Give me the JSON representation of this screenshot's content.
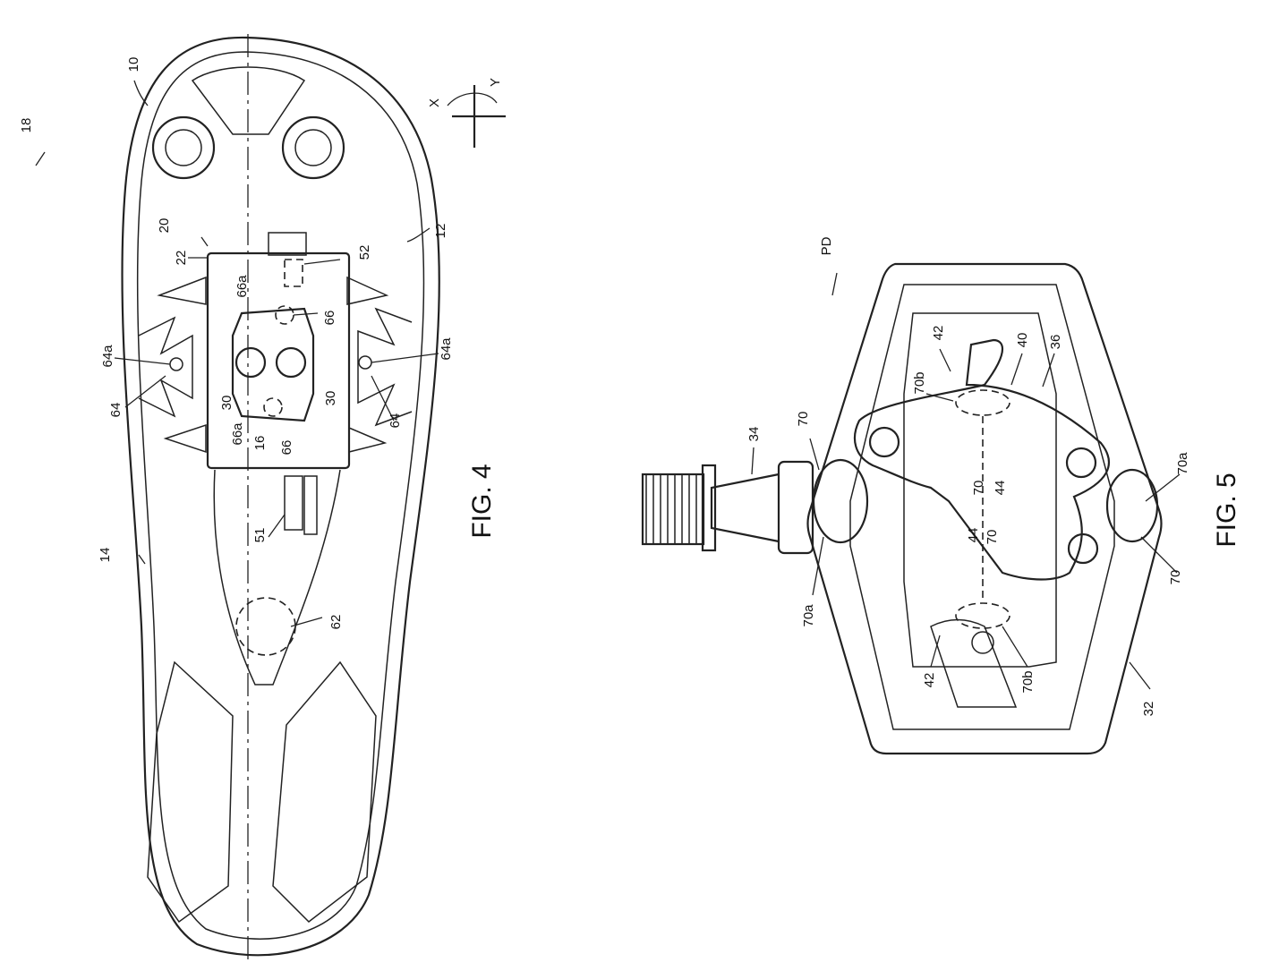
{
  "fig4": {
    "title": "FIG. 4",
    "labels": {
      "l18": "18",
      "l10": "10",
      "l12": "12",
      "l14": "14",
      "l20": "20",
      "l22": "22",
      "l52": "52",
      "l66a_top": "66a",
      "l66_top": "66",
      "l64a_left": "64a",
      "l64a_right": "64a",
      "l64_left": "64",
      "l64_right": "64",
      "l30_left": "30",
      "l30_right": "30",
      "l66a_bottom": "66a",
      "l16": "16",
      "l66_bottom": "66",
      "l51": "51",
      "l62": "62",
      "axis_x": "X",
      "axis_y": "Y"
    }
  },
  "fig5": {
    "title": "FIG. 5",
    "labels": {
      "lPD": "PD",
      "l42_top": "42",
      "l40": "40",
      "l36": "36",
      "l70b_top": "70b",
      "l70_center": "70",
      "l44_center": "44",
      "l34": "34",
      "l70_left": "70",
      "l70a_right": "70a",
      "l70a_left": "70a",
      "l44_lower": "44",
      "l70_lower": "70",
      "l70_right": "70",
      "l42_bottom": "42",
      "l70b_bottom": "70b",
      "l32": "32"
    }
  }
}
